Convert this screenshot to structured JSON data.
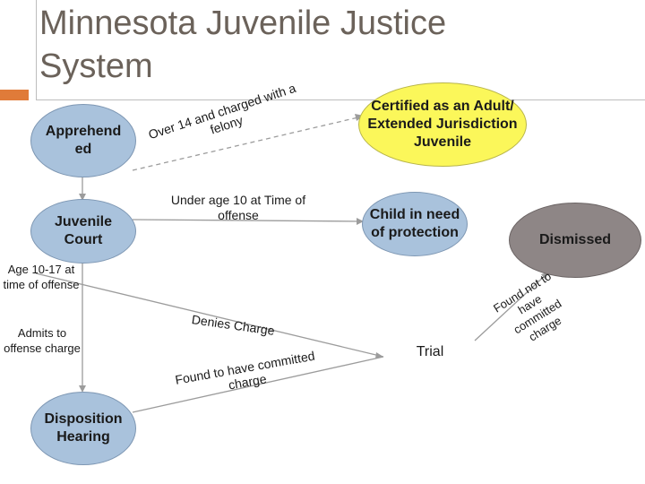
{
  "title_line1": "Minnesota Juvenile Justice",
  "title_line2": "System",
  "nodes": {
    "apprehended": "Apprehended",
    "juvenile_court": "Juvenile Court",
    "disposition_hearing": "Disposition Hearing",
    "certified": "Certified as an Adult/ Extended Jurisdiction Juvenile",
    "chips": "Child in need of protection",
    "dismissed": "Dismissed"
  },
  "labels": {
    "over14": "Over 14 and charged with a felony",
    "under10": "Under age 10 at Time of offense",
    "age_10_17": "Age 10-17 at time of offense",
    "admits": "Admits to offense charge",
    "denies": "Denies Charge",
    "trial": "Trial",
    "found_committed": "Found to have committed charge",
    "found_not": "Found not to have committed charge"
  }
}
